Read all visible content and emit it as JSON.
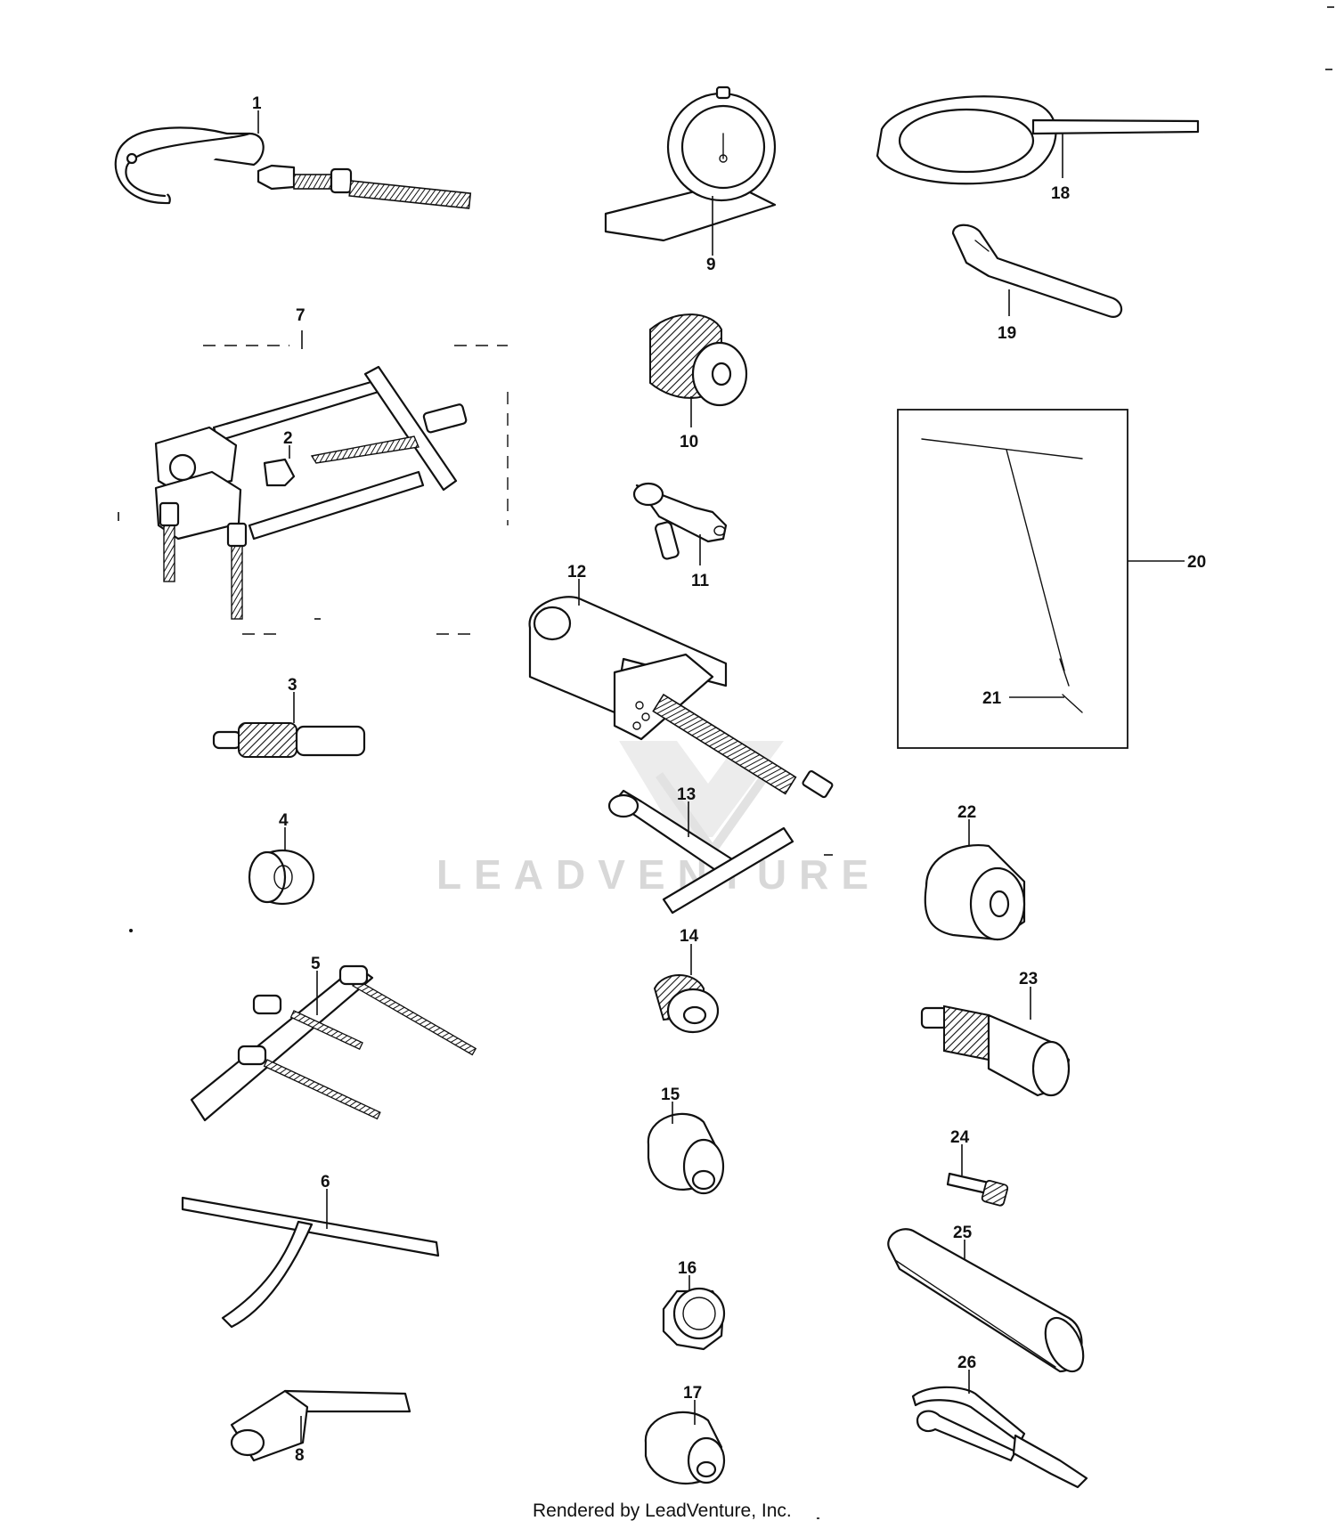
{
  "watermark": {
    "text": "LEADVENTURE"
  },
  "footer": {
    "text": "Rendered by LeadVenture, Inc."
  },
  "callouts": {
    "c1": "1",
    "c2": "2",
    "c3": "3",
    "c4": "4",
    "c5": "5",
    "c6": "6",
    "c7": "7",
    "c8": "8",
    "c9": "9",
    "c10": "10",
    "c11": "11",
    "c12": "12",
    "c13": "13",
    "c14": "14",
    "c15": "15",
    "c16": "16",
    "c17": "17",
    "c18": "18",
    "c19": "19",
    "c20": "20",
    "c21": "21",
    "c22": "22",
    "c23": "23",
    "c24": "24",
    "c25": "25",
    "c26": "26"
  }
}
